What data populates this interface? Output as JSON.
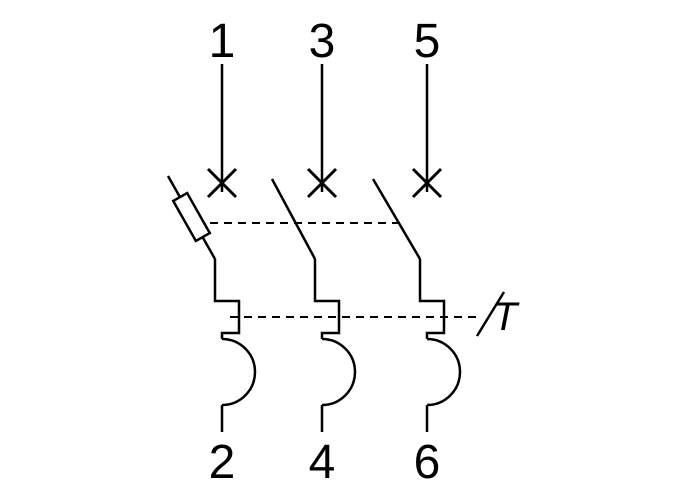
{
  "diagram": {
    "colors": {
      "line": "#000000",
      "background": "#ffffff"
    },
    "poles": [
      {
        "top_terminal": "1",
        "bottom_terminal": "2"
      },
      {
        "top_terminal": "3",
        "bottom_terminal": "4"
      },
      {
        "top_terminal": "5",
        "bottom_terminal": "6"
      }
    ],
    "trip_symbol": "T"
  }
}
